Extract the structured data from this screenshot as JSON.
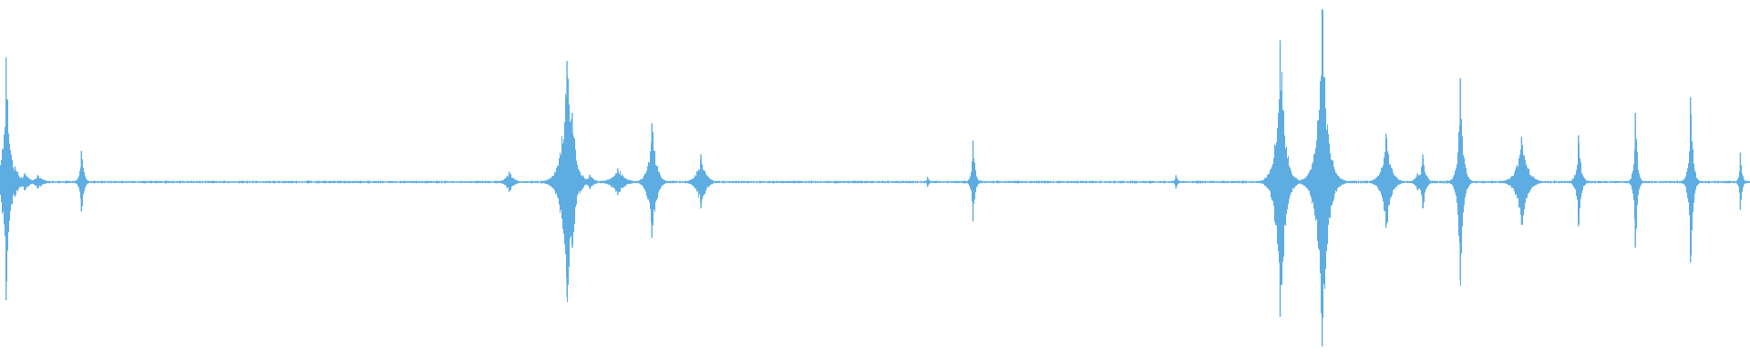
{
  "waveform": {
    "color": "#5dade2",
    "background": "#ffffff",
    "baseline_level": 0.006,
    "bursts": [
      {
        "t": 0.0035,
        "peak": 0.72,
        "decay": 0.0018
      },
      {
        "t": 0.0085,
        "peak": 0.09,
        "decay": 0.003
      },
      {
        "t": 0.014,
        "peak": 0.05,
        "decay": 0.003
      },
      {
        "t": 0.0215,
        "peak": 0.04,
        "decay": 0.003
      },
      {
        "t": 0.0465,
        "peak": 0.18,
        "decay": 0.0012
      },
      {
        "t": 0.291,
        "peak": 0.06,
        "decay": 0.0025
      },
      {
        "t": 0.324,
        "peak": 0.7,
        "decay": 0.003
      },
      {
        "t": 0.327,
        "peak": 0.4,
        "decay": 0.002
      },
      {
        "t": 0.337,
        "peak": 0.04,
        "decay": 0.0025
      },
      {
        "t": 0.353,
        "peak": 0.08,
        "decay": 0.0035
      },
      {
        "t": 0.3725,
        "peak": 0.34,
        "decay": 0.0022
      },
      {
        "t": 0.4005,
        "peak": 0.16,
        "decay": 0.0025
      },
      {
        "t": 0.53,
        "peak": 0.03,
        "decay": 0.0008
      },
      {
        "t": 0.556,
        "peak": 0.24,
        "decay": 0.001
      },
      {
        "t": 0.672,
        "peak": 0.04,
        "decay": 0.001
      },
      {
        "t": 0.7315,
        "peak": 0.82,
        "decay": 0.0025
      },
      {
        "t": 0.7555,
        "peak": 1.0,
        "decay": 0.0028
      },
      {
        "t": 0.7585,
        "peak": 0.12,
        "decay": 0.003
      },
      {
        "t": 0.792,
        "peak": 0.28,
        "decay": 0.0025
      },
      {
        "t": 0.81,
        "peak": 0.05,
        "decay": 0.002
      },
      {
        "t": 0.813,
        "peak": 0.16,
        "decay": 0.0015
      },
      {
        "t": 0.8345,
        "peak": 0.6,
        "decay": 0.0015
      },
      {
        "t": 0.8695,
        "peak": 0.26,
        "decay": 0.003
      },
      {
        "t": 0.902,
        "peak": 0.27,
        "decay": 0.0013
      },
      {
        "t": 0.9345,
        "peak": 0.4,
        "decay": 0.001
      },
      {
        "t": 0.966,
        "peak": 0.49,
        "decay": 0.0012
      },
      {
        "t": 0.9945,
        "peak": 0.17,
        "decay": 0.0008
      }
    ]
  }
}
